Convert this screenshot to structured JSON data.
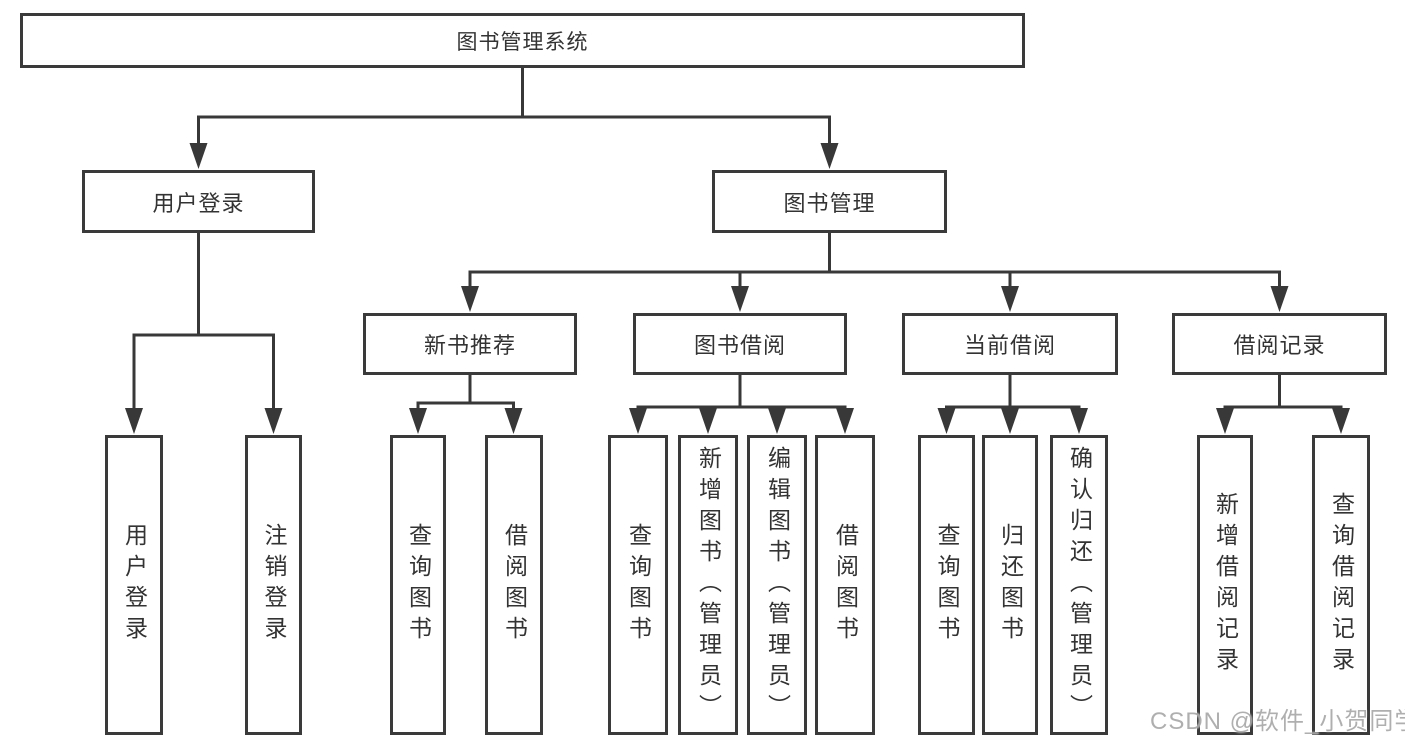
{
  "tree": {
    "label": "图书管理系统",
    "children": [
      {
        "label": "用户登录",
        "children": [
          {
            "label": "用户登录"
          },
          {
            "label": "注销登录"
          }
        ]
      },
      {
        "label": "图书管理",
        "children": [
          {
            "label": "新书推荐",
            "children": [
              {
                "label": "查询图书"
              },
              {
                "label": "借阅图书"
              }
            ]
          },
          {
            "label": "图书借阅",
            "children": [
              {
                "label": "查询图书"
              },
              {
                "label": "新增图书（管理员）"
              },
              {
                "label": "编辑图书（管理员）"
              },
              {
                "label": "借阅图书"
              }
            ]
          },
          {
            "label": "当前借阅",
            "children": [
              {
                "label": "查询图书"
              },
              {
                "label": "归还图书"
              },
              {
                "label": "确认归还（管理员）"
              }
            ]
          },
          {
            "label": "借阅记录",
            "children": [
              {
                "label": "新增借阅记录"
              },
              {
                "label": "查询借阅记录"
              }
            ]
          }
        ]
      }
    ]
  },
  "watermark": "CSDN @软件_小贺同学",
  "colors": {
    "background": "#ffffff",
    "box_border": "#3a3a3a",
    "line": "#383838",
    "text": "#333333",
    "watermark": "#9e9e9e"
  }
}
